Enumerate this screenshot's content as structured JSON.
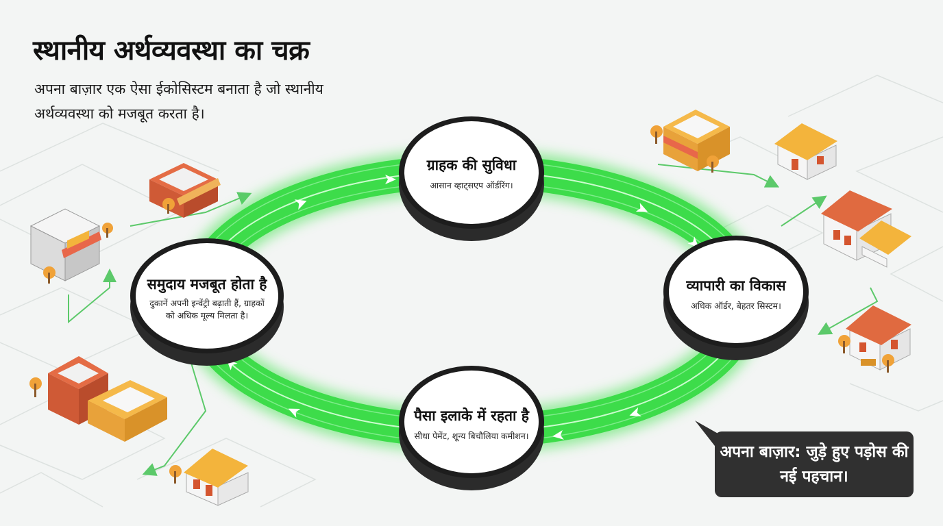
{
  "header": {
    "title": "स्थानीय अर्थव्यवस्था का चक्र",
    "subtitle": "अपना बाज़ार एक ऐसा ईकोसिस्टम बनाता है जो स्थानीय अर्थव्यवस्था को मजबूत करता है।"
  },
  "cycle": {
    "ring_color": "#3ddc4a",
    "disc_color": "#2b2b2b",
    "nodes": [
      {
        "title": "ग्राहक की सुविधा",
        "desc": "आसान व्हाट्सएप ऑर्डरिंग।"
      },
      {
        "title": "व्यापारी का विकास",
        "desc": "अधिक ऑर्डर, बेहतर सिस्टम।"
      },
      {
        "title": "पैसा इलाके में रहता है",
        "desc": "सीधा पेमेंट, शून्य बिचौलिया कमीशन।"
      },
      {
        "title": "समुदाय मजबूत होता है",
        "desc": "दुकानें अपनी इन्वेंट्री बढ़ाती हैं, ग्राहकों को अधिक मूल्य मिलता है।"
      }
    ]
  },
  "callout": {
    "text": "अपना बाज़ार: जुड़े हुए पड़ोस की नई पहचान।"
  },
  "colors": {
    "shop_red": "#d9643f",
    "shop_yellow": "#f3b43c",
    "house_orange": "#f0a238",
    "roof_red": "#d4552f",
    "awning": "#e8a24a",
    "street_line": "#d9dedc",
    "path_green": "#5cc96a"
  }
}
